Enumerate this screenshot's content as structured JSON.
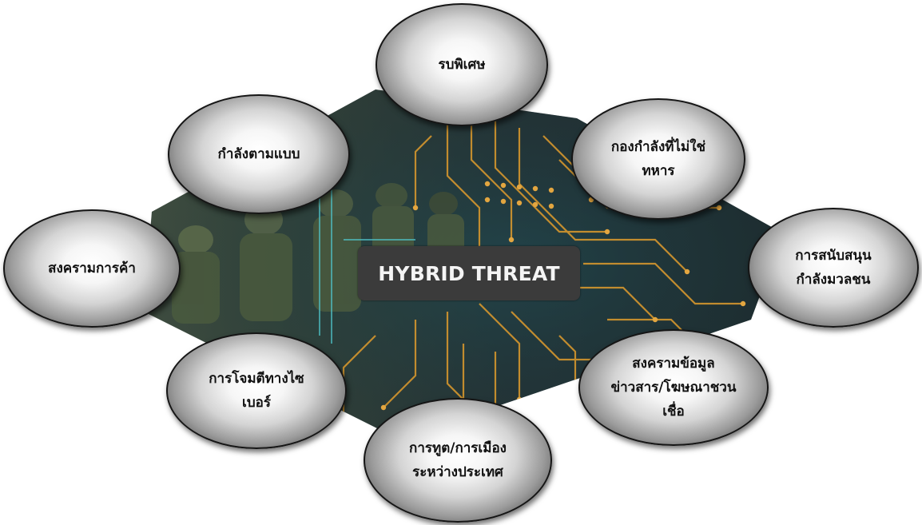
{
  "center": {
    "label": "HYBRID THREAT"
  },
  "nodes": [
    {
      "id": "special-ops",
      "label": "รบพิเศษ"
    },
    {
      "id": "non-military-forces",
      "label": "กองกำลังที่ไม่ใช่\nทหาร"
    },
    {
      "id": "mass-support",
      "label": "การสนับสนุน\nกำลังมวลชน"
    },
    {
      "id": "information-warfare",
      "label": "สงครามข้อมูล\nข่าวสาร/โฆษณาชวน\nเชื่อ"
    },
    {
      "id": "diplomacy",
      "label": "การทูต/การเมือง\nระหว่างประเทศ"
    },
    {
      "id": "cyber-attack",
      "label": "การโจมตีทางไซ\nเบอร์"
    },
    {
      "id": "trade-war",
      "label": "สงครามการค้า"
    },
    {
      "id": "conventional-forces",
      "label": "กำลังตามแบบ"
    }
  ],
  "colors": {
    "circuit_trace": "#d4962e",
    "circuit_bg_dark": "#1f2a2c",
    "soldier_tint": "#4a5a3e",
    "bubble_edge": "#151515",
    "center_bg": "#3b3b3b"
  }
}
